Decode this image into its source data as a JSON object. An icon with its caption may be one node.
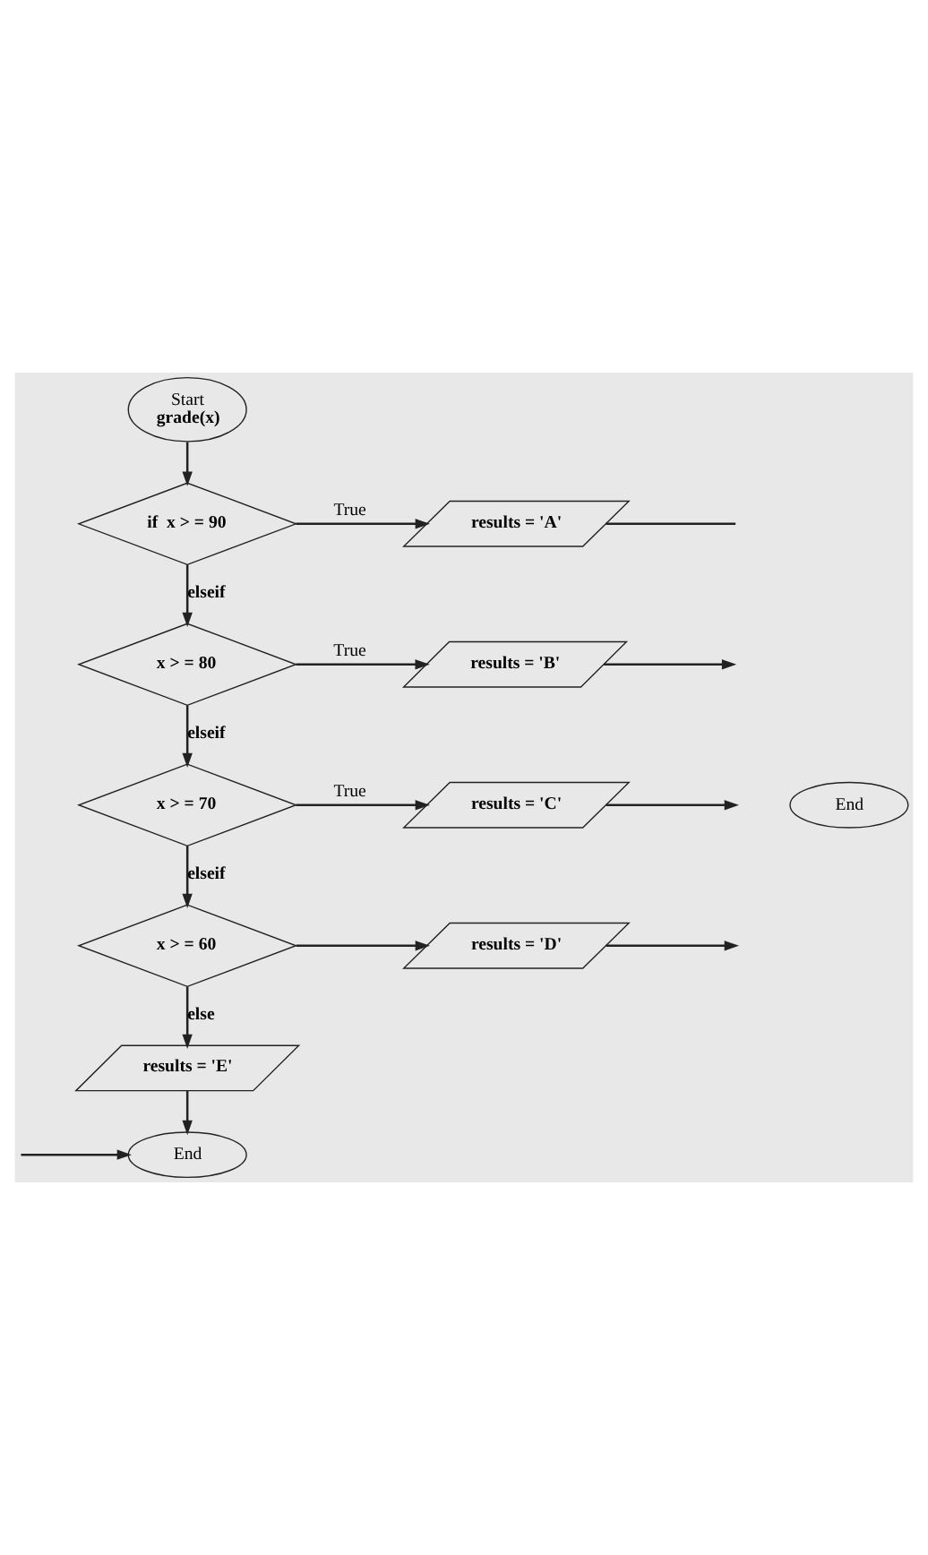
{
  "diagram": {
    "nodes": [
      {
        "text": [
          "Start",
          "grade(x)"
        ]
      },
      {
        "text": [
          "if  x > = 90"
        ]
      },
      {
        "text": [
          "results = 'A'"
        ]
      },
      {
        "text": [
          "x > = 80"
        ]
      },
      {
        "text": [
          "results = 'B'"
        ]
      },
      {
        "text": [
          "End"
        ]
      },
      {
        "text": [
          "x > = 70"
        ]
      },
      {
        "text": [
          "results = 'C'"
        ]
      },
      {
        "text": [
          "x > = 60"
        ]
      },
      {
        "text": [
          "results = 'D'"
        ]
      },
      {
        "text": [
          "results = 'E'"
        ]
      },
      {
        "text": [
          "End"
        ]
      }
    ],
    "edges": [
      {
        "from": 0,
        "to": 1,
        "arrow": "to"
      },
      {
        "from": 1,
        "to": 2,
        "arrow": "to",
        "label": "True"
      },
      {
        "from": 2,
        "to": null,
        "arrow": "none"
      },
      {
        "from": 1,
        "to": 3,
        "arrow": "to",
        "label": "elseif"
      },
      {
        "from": 3,
        "to": 4,
        "arrow": "to",
        "label": "True"
      },
      {
        "from": 4,
        "to": null,
        "arrow": "to"
      },
      {
        "from": 3,
        "to": 6,
        "arrow": "to",
        "label": "elseif"
      },
      {
        "from": 6,
        "to": 7,
        "arrow": "to",
        "label": "True"
      },
      {
        "from": 7,
        "to": null,
        "arrow": "to"
      },
      {
        "from": 6,
        "to": 8,
        "arrow": "to",
        "label": "elseif"
      },
      {
        "from": 8,
        "to": 9,
        "arrow": "to"
      },
      {
        "from": 9,
        "to": null,
        "arrow": "to"
      },
      {
        "from": 8,
        "to": 10,
        "arrow": "to",
        "label": "else"
      },
      {
        "from": 10,
        "to": 11,
        "arrow": "to"
      },
      {
        "from": null,
        "to": 11,
        "arrow": "to"
      }
    ]
  }
}
